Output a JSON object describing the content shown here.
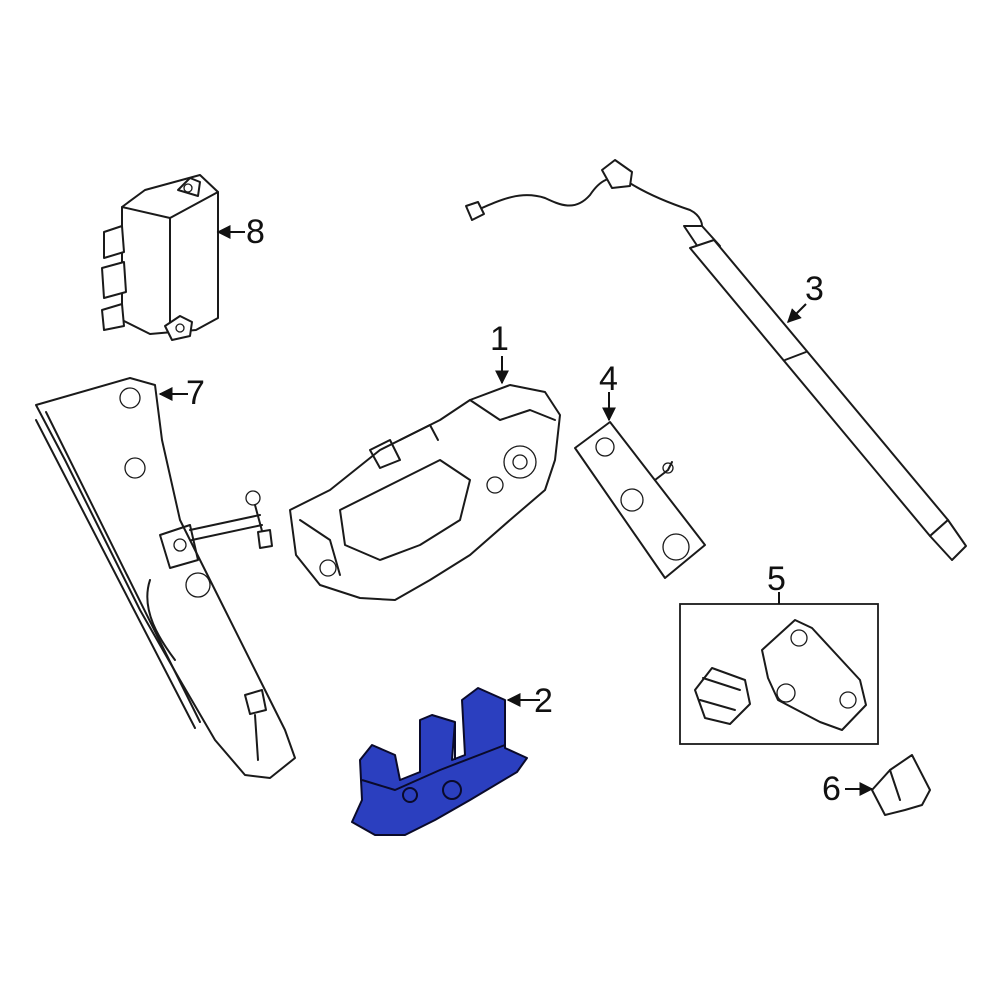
{
  "diagram": {
    "highlight_color": "#2b3fbf",
    "callouts": [
      {
        "id": "1",
        "label": "1"
      },
      {
        "id": "2",
        "label": "2"
      },
      {
        "id": "3",
        "label": "3"
      },
      {
        "id": "4",
        "label": "4"
      },
      {
        "id": "5",
        "label": "5"
      },
      {
        "id": "6",
        "label": "6"
      },
      {
        "id": "7",
        "label": "7"
      },
      {
        "id": "8",
        "label": "8"
      }
    ]
  }
}
